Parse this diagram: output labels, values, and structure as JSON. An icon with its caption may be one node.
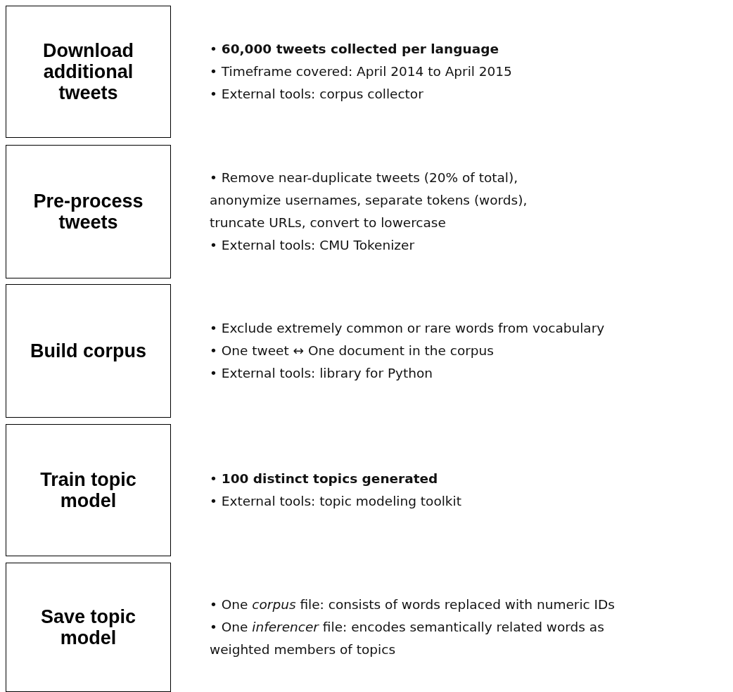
{
  "diagram": {
    "nodes": [
      {
        "text": [
          "Download additional tweets"
        ],
        "beside": [
          "• **60,000 tweets collected per language**",
          "• Timeframe covered: April 2014 to April 2015",
          "• External tools: corpus collector"
        ]
      },
      {
        "text": [
          "Pre-process tweets"
        ],
        "beside": [
          "• Remove near-duplicate tweets (20% of total), anonymize usernames, separate tokens (words), truncate URLs, convert to lowercase",
          "• External tools: CMU Tokenizer"
        ]
      },
      {
        "text": [
          "Build corpus"
        ],
        "beside": [
          "• Exclude extremely common or rare words from vocabulary",
          "• One tweet ↔ One document in the corpus",
          "• External tools: library for Python"
        ]
      },
      {
        "text": [
          "Train topic model"
        ],
        "beside": [
          "• **100 distinct topics generated**",
          "• External tools: topic modeling toolkit"
        ]
      },
      {
        "text": [
          "Save topic model"
        ],
        "beside": [
          "• One *corpus* file: consists of words replaced with numeric IDs",
          "• One *inferencer* file: encodes semantically related words as weighted members of topics"
        ]
      }
    ],
    "edges": []
  }
}
